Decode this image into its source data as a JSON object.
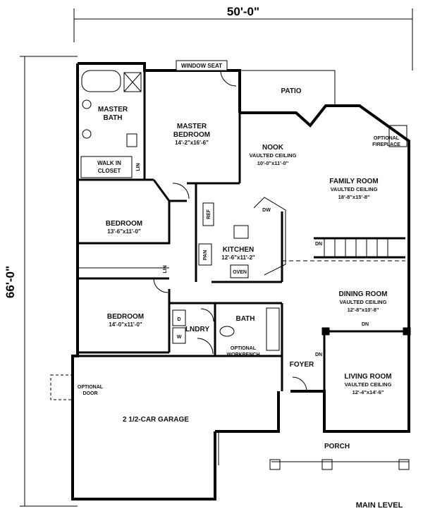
{
  "dimensions": {
    "width": "50'-0\"",
    "height": "66'-0\""
  },
  "level_label": "MAIN LEVEL",
  "rooms": {
    "window_seat": "WINDOW SEAT",
    "patio": "PATIO",
    "master_bath": [
      "MASTER",
      "BATH"
    ],
    "master_bedroom": {
      "name": [
        "MASTER",
        "BEDROOM"
      ],
      "size": "14'-2\"x16'-6\""
    },
    "walk_in_closet": [
      "WALK IN",
      "CLOSET"
    ],
    "lin_master": "LIN",
    "nook": {
      "name": "NOOK",
      "note": "VAULTED CEILING",
      "size": "10'-0\"x11'-0\""
    },
    "optional_fireplace": [
      "OPTIONAL",
      "FIREPLACE"
    ],
    "family_room": {
      "name": "FAMILY ROOM",
      "note": "VAULTED CEILING",
      "size": "18'-8\"x15'-8\""
    },
    "bedroom_1": {
      "name": "BEDROOM",
      "size": "13'-6\"x11'-0\""
    },
    "kitchen": {
      "name": "KITCHEN",
      "size": "12'-6\"x11'-2\""
    },
    "dw": "DW",
    "ref": "REF",
    "pan": "PAN",
    "oven": "OVEN",
    "dn_stairs": "DN",
    "lin_hall": "LIN",
    "dining_room": {
      "name": "DINING ROOM",
      "note": "VAULTED CEILING",
      "size": "12'-8\"x10'-8\""
    },
    "dn_dining": "DN",
    "bedroom_2": {
      "name": "BEDROOM",
      "size": "14'-0\"x11'-0\""
    },
    "laundry": "LNDRY",
    "d_label": "D",
    "w_label": "W",
    "bath": "BATH",
    "optional_workbench": [
      "OPTIONAL",
      "WORKBENCH"
    ],
    "foyer": "FOYER",
    "dn_foyer": "DN",
    "living_room": {
      "name": "LIVING ROOM",
      "note": "VAULTED CEILING",
      "size": "12'-4\"x14'-6\""
    },
    "optional_door": [
      "OPTIONAL",
      "DOOR"
    ],
    "garage": "2 1/2-CAR GARAGE",
    "porch": "PORCH"
  }
}
